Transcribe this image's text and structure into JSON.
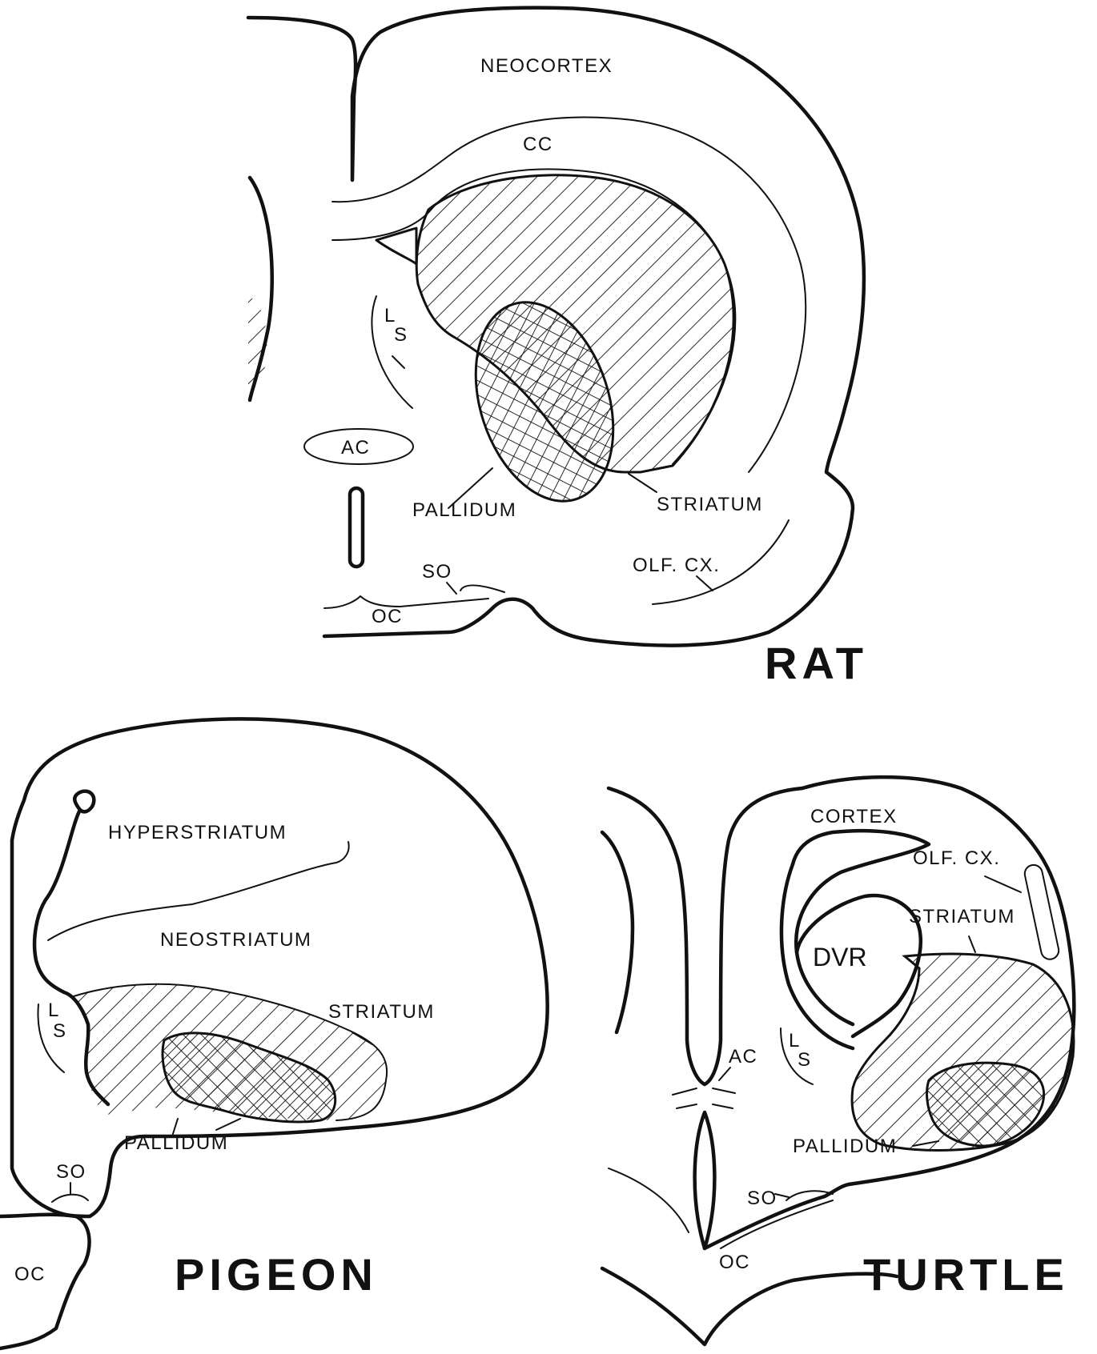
{
  "rat": {
    "title": "RAT",
    "labels": {
      "neocortex": "NEOCORTEX",
      "cc": "CC",
      "ls_l": "L",
      "ls_s": "S",
      "ac": "AC",
      "pallidum": "PALLIDUM",
      "striatum": "STRIATUM",
      "olf_cx": "OLF. CX.",
      "so": "SO",
      "oc": "OC"
    }
  },
  "pigeon": {
    "title": "PIGEON",
    "labels": {
      "hyperstriatum": "HYPERSTRIATUM",
      "neostriatum": "NEOSTRIATUM",
      "striatum": "STRIATUM",
      "ls_l": "L",
      "ls_s": "S",
      "pallidum": "PALLIDUM",
      "so": "SO",
      "oc": "OC"
    }
  },
  "turtle": {
    "title": "TURTLE",
    "labels": {
      "cortex": "CORTEX",
      "olf_cx": "OLF. CX.",
      "striatum": "STRIATUM",
      "dvr": "DVR",
      "ac": "AC",
      "ls_l": "L",
      "ls_s": "S",
      "pallidum": "PALLIDUM",
      "so": "SO",
      "oc": "OC"
    }
  },
  "legend_patterns": {
    "striatum_fill": "diagonal-hatch",
    "pallidum_fill": "cross-hatch"
  }
}
